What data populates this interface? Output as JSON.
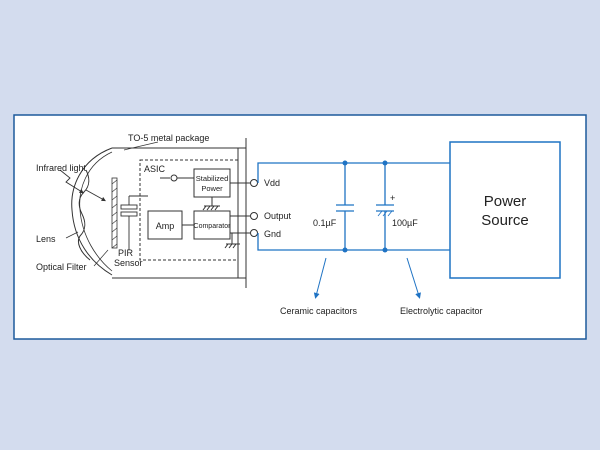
{
  "colors": {
    "page_background": "#d3dcee",
    "panel_background": "#ffffff",
    "panel_border": "#1d5a9c",
    "wire_blue": "#1f73c4",
    "sensor_line": "#333333"
  },
  "labels": {
    "package": "TO-5 metal package",
    "infrared": "Infrared light",
    "lens": "Lens",
    "optical_filter": "Optical Filter",
    "pir_line1": "PIR",
    "pir_line2": "Sensor",
    "asic": "ASIC",
    "stabilized_line1": "Stabilized",
    "stabilized_line2": "Power",
    "amp": "Amp",
    "comparator": "Comparator",
    "vdd": "Vdd",
    "output": "Output",
    "gnd": "Gnd",
    "cap1_value": "0.1µF",
    "cap2_value": "100µF",
    "cap2_polarity": "+",
    "power_line1": "Power",
    "power_line2": "Source",
    "ceramic": "Ceramic capacitors",
    "electrolytic": "Electrolytic capacitor"
  }
}
